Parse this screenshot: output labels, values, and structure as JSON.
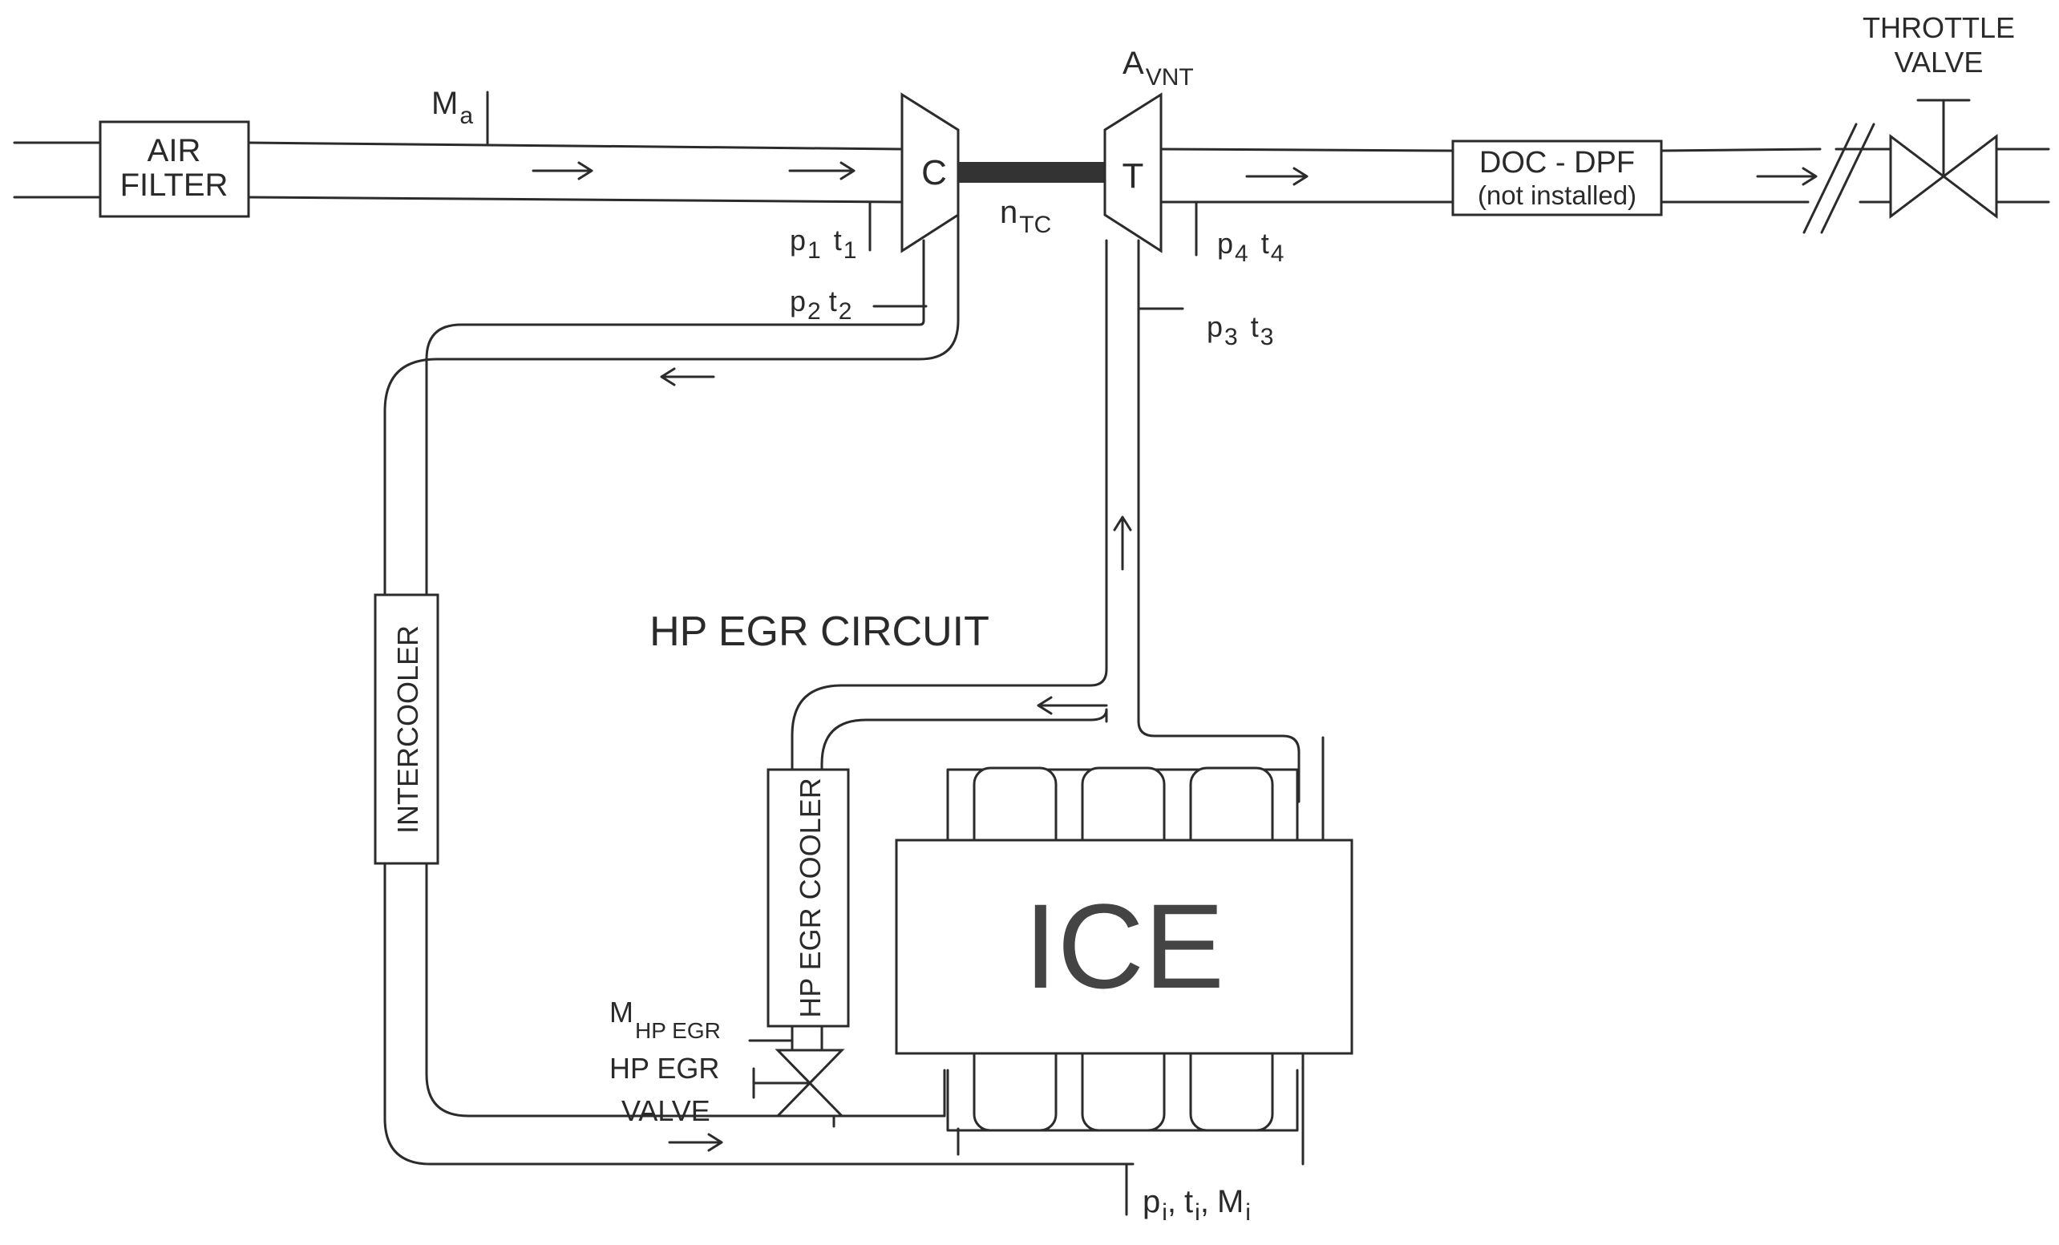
{
  "labels": {
    "air_filter_line1": "AIR",
    "air_filter_line2": "FILTER",
    "ma_main": "M",
    "ma_sub": "a",
    "compressor": "C",
    "turbine": "T",
    "avnt_main": "A",
    "avnt_sub": "VNT",
    "ntc_main": "n",
    "ntc_sub": "TC",
    "p1": "p",
    "p1_sub": "1",
    "t1": "t",
    "t1_sub": "1",
    "p2": "p",
    "p2_sub": "2",
    "t2": "t",
    "t2_sub": "2",
    "p3": "p",
    "p3_sub": "3",
    "t3": "t",
    "t3_sub": "3",
    "p4": "p",
    "p4_sub": "4",
    "t4": "t",
    "t4_sub": "4",
    "doc_dpf_line1": "DOC - DPF",
    "doc_dpf_line2": "(not installed)",
    "throttle_line1": "THROTTLE",
    "throttle_line2": "VALVE",
    "intercooler": "INTERCOOLER",
    "hp_egr_circuit": "HP EGR CIRCUIT",
    "hp_egr_cooler": "HP EGR COOLER",
    "ice": "ICE",
    "m_hpegr_main": "M",
    "m_hpegr_sub": "HP EGR",
    "hp_egr_valve_line1": "HP  EGR",
    "hp_egr_valve_line2": "VALVE",
    "pi": "p",
    "pi_sub": "i",
    "ti": "t",
    "ti_sub": "i",
    "mi": "M",
    "mi_sub": "i",
    "sep1": ",",
    "sep2": ","
  },
  "colors": {
    "line": "#2b2b2b",
    "shaft": "#333333",
    "text": "#2a2a2a",
    "background": "#ffffff"
  }
}
